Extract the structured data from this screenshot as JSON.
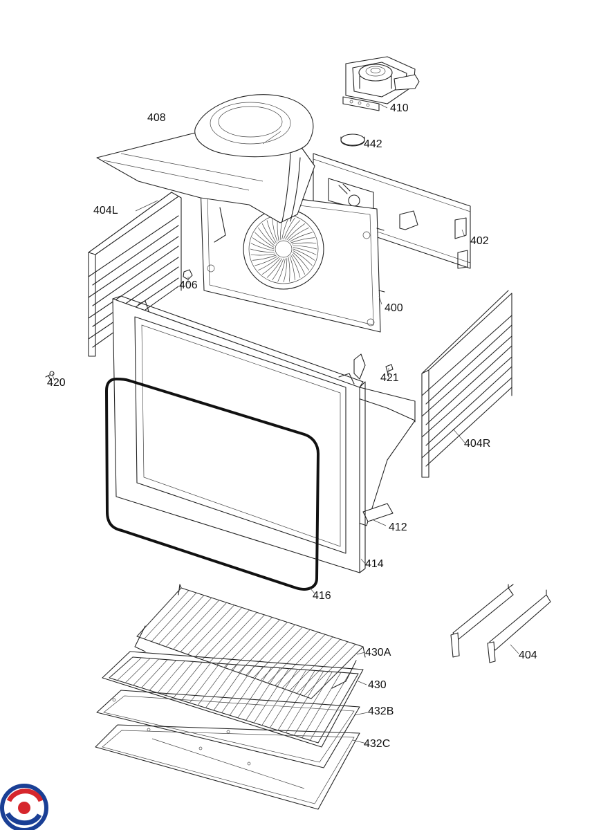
{
  "diagram": {
    "parts": [
      {
        "id": "p408",
        "label": "408"
      },
      {
        "id": "p410",
        "label": "410"
      },
      {
        "id": "p442",
        "label": "442"
      },
      {
        "id": "p404L",
        "label": "404L"
      },
      {
        "id": "p402",
        "label": "402"
      },
      {
        "id": "p406",
        "label": "406"
      },
      {
        "id": "p400",
        "label": "400"
      },
      {
        "id": "p420",
        "label": "420"
      },
      {
        "id": "p421",
        "label": "421"
      },
      {
        "id": "p404R",
        "label": "404R"
      },
      {
        "id": "p412",
        "label": "412"
      },
      {
        "id": "p414",
        "label": "414"
      },
      {
        "id": "p416",
        "label": "416"
      },
      {
        "id": "p430A",
        "label": "430A"
      },
      {
        "id": "p404",
        "label": "404"
      },
      {
        "id": "p430",
        "label": "430"
      },
      {
        "id": "p432B",
        "label": "432B"
      },
      {
        "id": "p432C",
        "label": "432C"
      }
    ],
    "logo": {
      "primary_color": "#1a3f95",
      "accent_color": "#d6262c"
    }
  }
}
